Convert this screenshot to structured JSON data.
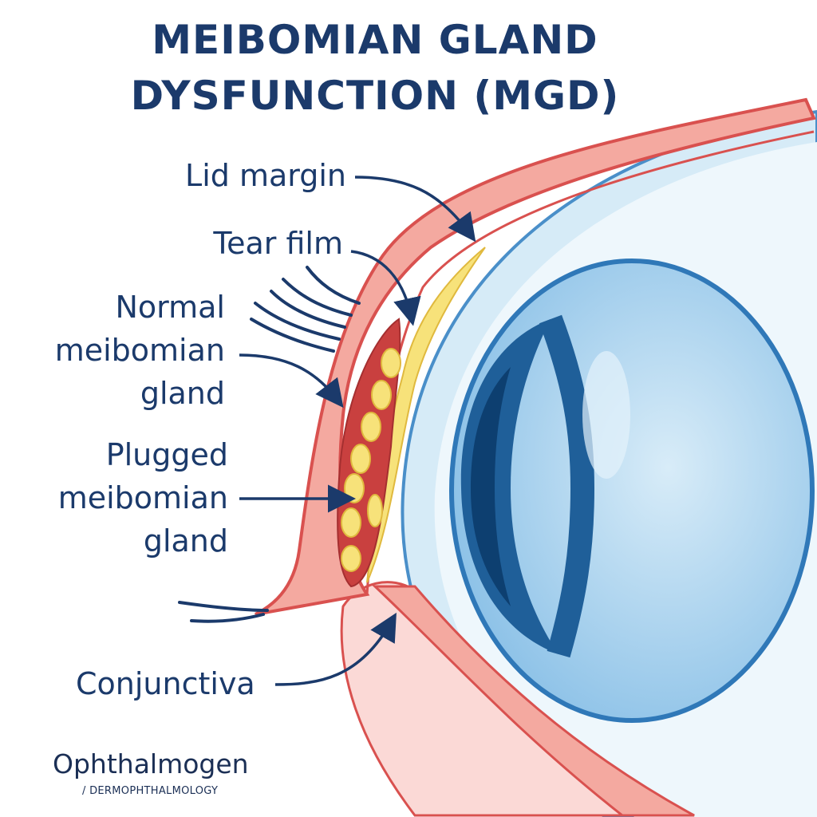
{
  "title": {
    "line1": "MEIBOMIAN GLAND",
    "line2": "DYSFUNCTION (MGD)"
  },
  "labels": {
    "lid_margin": "Lid margin",
    "tear_film": "Tear film",
    "normal_gland": [
      "Normal",
      "meibomian",
      "gland"
    ],
    "plugged_gland": [
      "Plugged",
      "meibomian",
      "gland"
    ],
    "conjunctiva": "Conjunctiva"
  },
  "logo": {
    "name": "Ophthalmogen",
    "tagline": "/ DERMOPHTHALMOLOGY"
  },
  "colors": {
    "text": "#1b3a6b",
    "lid": "#f4a9a0",
    "lid_stroke": "#d9514f",
    "gland": "#f7e27a",
    "eye": "#a9d3ef",
    "iris": "#1f5f99"
  }
}
